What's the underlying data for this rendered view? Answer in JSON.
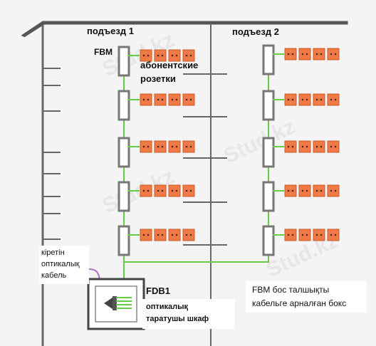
{
  "labels": {
    "entrance1": "подъезд 1",
    "entrance2": "подъезд 2",
    "fbm": "FBM",
    "sockets_line1": "абонентские",
    "sockets_line2": "розетки",
    "incoming_line1": "кіретін",
    "incoming_line2": "оптикалық",
    "incoming_line3": "кабель",
    "fdb": "FDB1",
    "cabinet_line1": "оптикалық",
    "cabinet_line2": "таратушы шкаф",
    "note_line1": "FBM бос талшықты",
    "note_line2": "кабельге арналған бокс"
  },
  "watermark": "Stud.kz",
  "structure": {
    "entrances": 2,
    "floors_per_entrance": 5,
    "sockets_per_floor": 4
  },
  "colors": {
    "fiber": "#66cc44",
    "socket": "#f07a45",
    "box_border": "#777777",
    "building_line": "#666666",
    "incoming_cable": "#b070c8"
  }
}
